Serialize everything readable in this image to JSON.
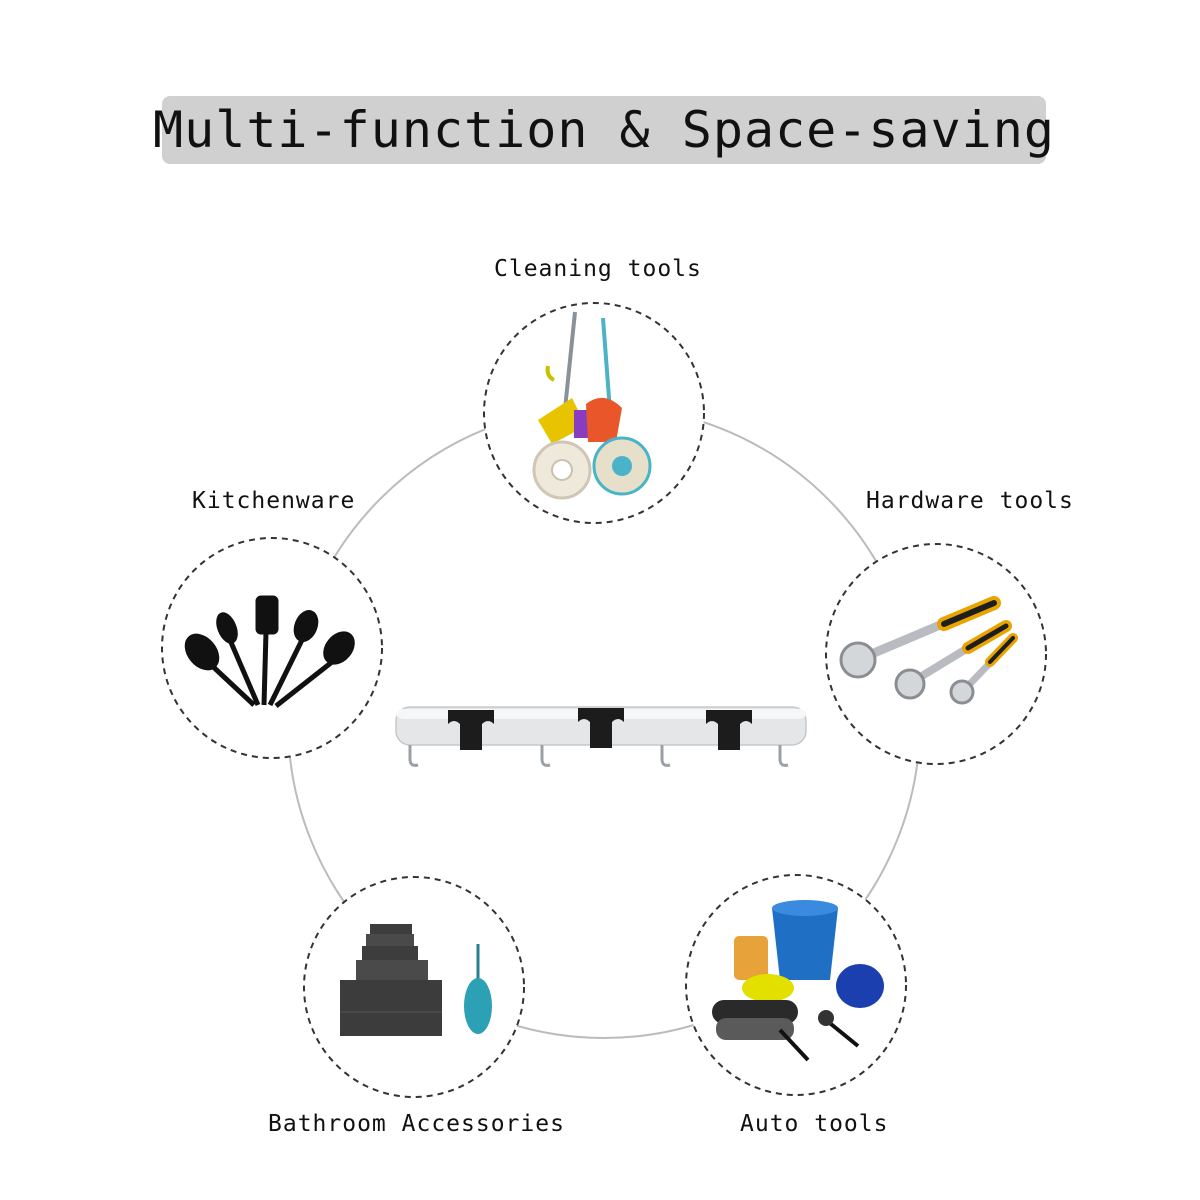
{
  "title": "Multi-function & Space-saving",
  "categories": [
    {
      "id": "cleaning",
      "label": "Cleaning tools"
    },
    {
      "id": "kitchen",
      "label": "Kitchenware"
    },
    {
      "id": "hardware",
      "label": "Hardware tools"
    },
    {
      "id": "bathroom",
      "label": "Bathroom Accessories"
    },
    {
      "id": "auto",
      "label": "Auto tools"
    }
  ],
  "colors": {
    "banner": "#d0d0d0",
    "title_text": "#111111",
    "ring": "#bbbbbb",
    "dashed_circle": "#333333"
  },
  "icons": [
    "mop-and-broom-icon",
    "kitchen-utensils-icon",
    "ratchet-wrench-icon",
    "towels-and-brush-icon",
    "car-wash-kit-icon",
    "mop-holder-rack-icon"
  ]
}
